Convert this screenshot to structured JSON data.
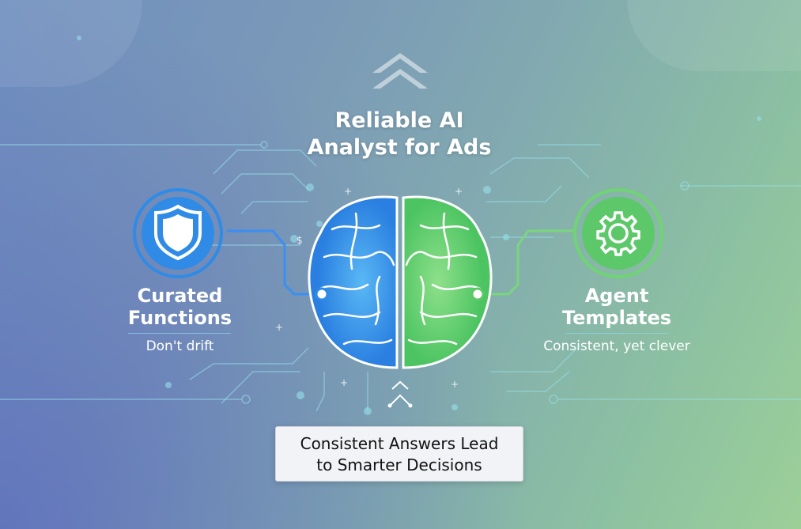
{
  "title": {
    "line1": "Reliable AI",
    "line2": "Analyst for Ads"
  },
  "left": {
    "title_line1": "Curated",
    "title_line2": "Functions",
    "subtitle": "Don't drift",
    "icon": "shield-icon",
    "color": "#2f8be6"
  },
  "right": {
    "title_line1": "Agent",
    "title_line2": "Templates",
    "subtitle": "Consistent, yet clever",
    "icon": "gear-icon",
    "color": "#5cc86a"
  },
  "footer": {
    "line1": "Consistent Answers Lead",
    "line2": "to Smarter Decisions"
  }
}
